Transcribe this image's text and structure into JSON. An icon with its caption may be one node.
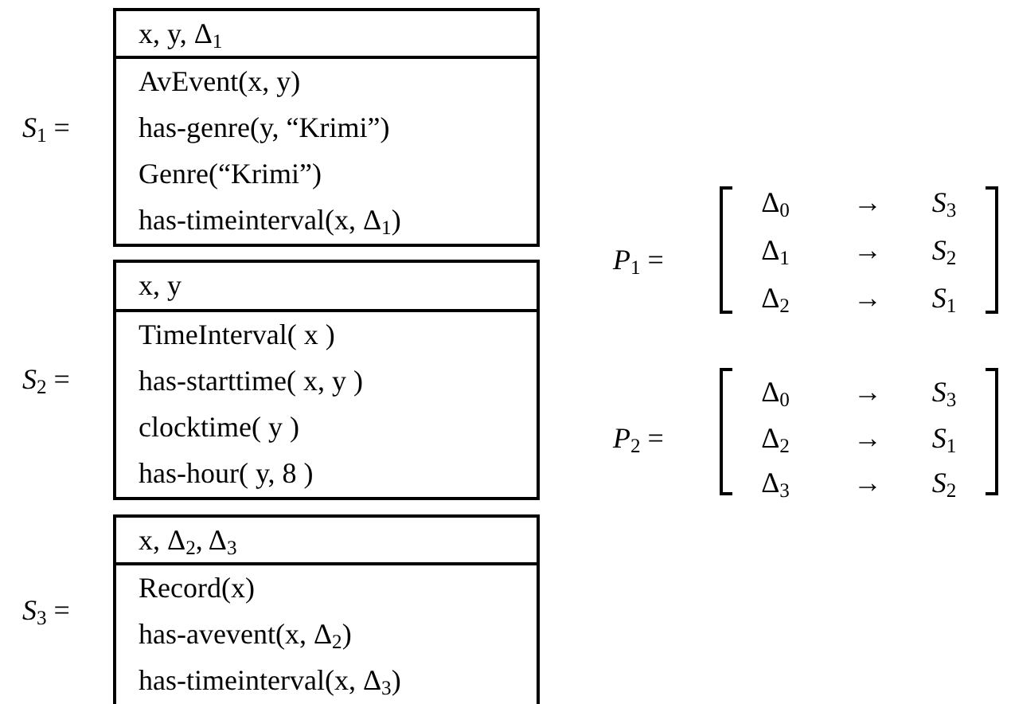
{
  "diagram": {
    "nodes": [
      {
        "text": [
          "x, y, Δ$_{1}$",
          "AvEvent(x, y)",
          "has-genre(y, “Krimi”)",
          "Genre(“Krimi”)",
          "has-timeinterval(x, Δ$_{1}$)"
        ],
        "beside": [
          "*S*$_{1}$ ="
        ]
      },
      {
        "text": [
          "x, y",
          "TimeInterval( x )",
          "has-starttime( x, y )",
          "clocktime( y )",
          "has-hour( y, 8 )"
        ],
        "beside": [
          "*S*$_{2}$ ="
        ]
      },
      {
        "text": [
          "x, Δ$_{2}$, Δ$_{3}$",
          "Record(x)",
          "has-avevent(x, Δ$_{2}$)",
          "has-timeinterval(x, Δ$_{3}$)"
        ],
        "beside": [
          "*S*$_{3}$ ="
        ]
      }
    ],
    "labels": [
      "*P*$_{1}$ =",
      "Δ$_{0}$",
      "→",
      "*S*$_{3}$",
      "Δ$_{1}$",
      "→",
      "*S*$_{2}$",
      "Δ$_{2}$",
      "→",
      "*S*$_{1}$",
      "*P*$_{2}$ =",
      "Δ$_{0}$",
      "→",
      "*S*$_{3}$",
      "Δ$_{2}$",
      "→",
      "*S*$_{1}$",
      "Δ$_{3}$",
      "→",
      "*S*$_{2}$"
    ]
  }
}
